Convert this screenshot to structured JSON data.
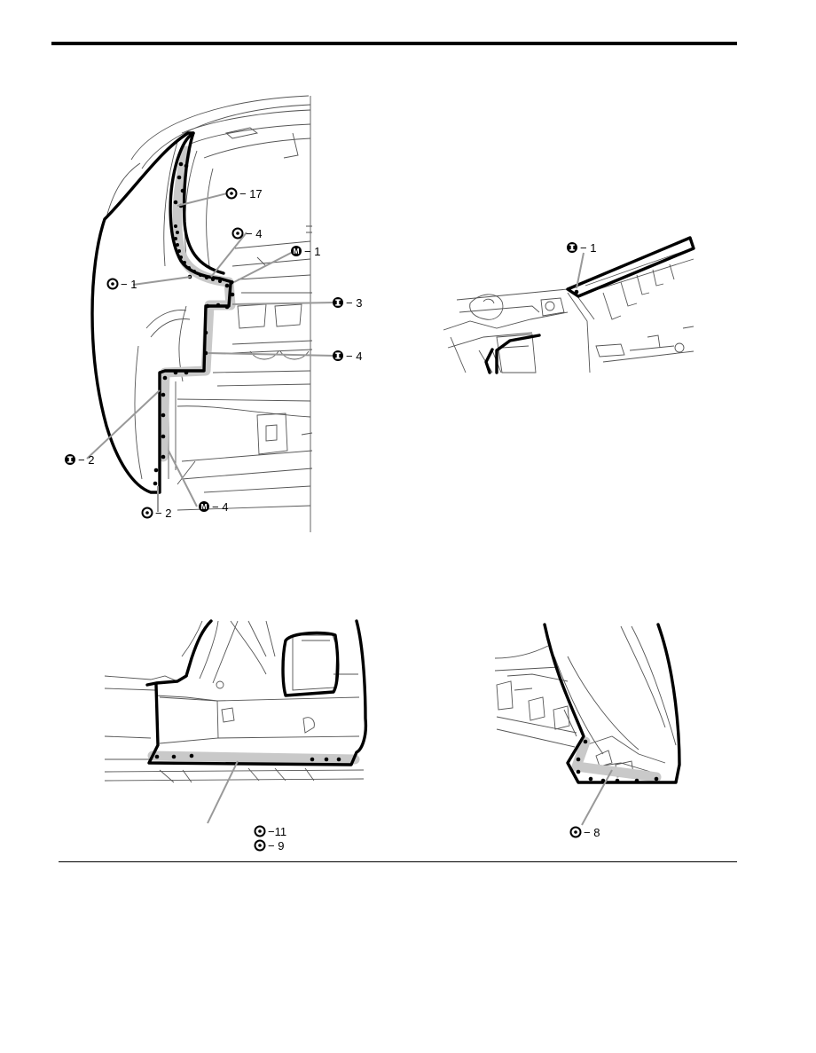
{
  "diagrams": [
    {
      "name": "rear-quarter-panel-view",
      "callouts": [
        {
          "symbol": "spot-weld",
          "text": "− 17"
        },
        {
          "symbol": "spot-weld",
          "text": "− 4"
        },
        {
          "symbol": "mig-weld",
          "text": "− 1"
        },
        {
          "symbol": "spot-weld",
          "text": "− 1"
        },
        {
          "symbol": "plug-weld",
          "text": "− 3"
        },
        {
          "symbol": "plug-weld",
          "text": "− 4"
        },
        {
          "symbol": "plug-weld",
          "text": "− 2"
        },
        {
          "symbol": "mig-weld",
          "text": "− 4"
        },
        {
          "symbol": "spot-weld",
          "text": "− 2"
        }
      ]
    },
    {
      "name": "roof-rail-detail-view",
      "callouts": [
        {
          "symbol": "plug-weld",
          "text": "− 1"
        }
      ]
    },
    {
      "name": "rocker-panel-view",
      "callouts": [
        {
          "symbol": "spot-weld",
          "text": "−11"
        },
        {
          "symbol": "spot-weld",
          "text": "− 9"
        }
      ]
    },
    {
      "name": "wheel-arch-view",
      "callouts": [
        {
          "symbol": "spot-weld",
          "text": "− 8"
        }
      ]
    }
  ],
  "symbols": {
    "spot-weld": {
      "glyph": "ring-dot",
      "color": "#000000"
    },
    "plug-weld": {
      "glyph": "I",
      "color": "#000000"
    },
    "mig-weld": {
      "glyph": "M",
      "color": "#000000"
    }
  },
  "colors": {
    "outline": "#000000",
    "line": "#555555",
    "highlight": "#c9c9c9"
  }
}
